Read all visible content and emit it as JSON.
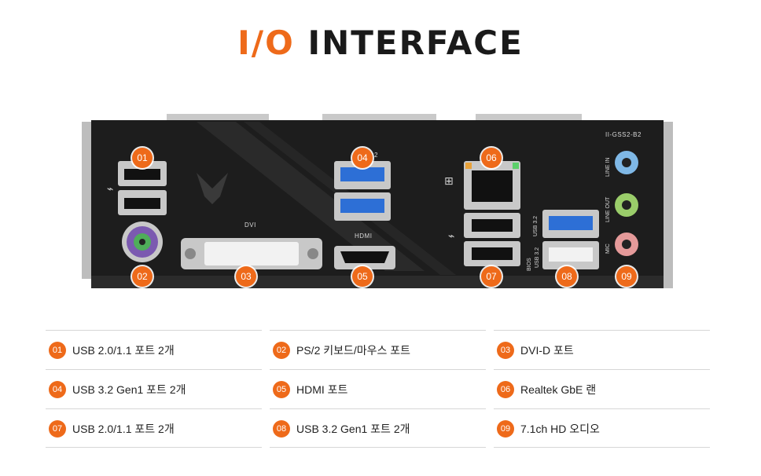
{
  "header": {
    "title_accent": "I/O",
    "title_main": "INTERFACE"
  },
  "panel": {
    "model_code": "II-GSS2-B2",
    "labels": {
      "dvi": "DVI",
      "hdmi": "HDMI",
      "usb_top": "2",
      "usb_side": "USB 3.2",
      "bios": "BIOS",
      "usb_side2": "USB 3.2",
      "line_in": "LINE IN",
      "line_out": "LINE OUT",
      "mic": "MIC"
    },
    "badges": [
      "01",
      "02",
      "03",
      "04",
      "05",
      "06",
      "07",
      "08",
      "09"
    ]
  },
  "legend": {
    "columns": [
      [
        {
          "num": "01",
          "text": "USB 2.0/1.1 포트 2개"
        },
        {
          "num": "04",
          "text": "USB 3.2 Gen1 포트 2개"
        },
        {
          "num": "07",
          "text": "USB 2.0/1.1 포트 2개"
        }
      ],
      [
        {
          "num": "02",
          "text": "PS/2 키보드/마우스 포트"
        },
        {
          "num": "05",
          "text": "HDMI 포트"
        },
        {
          "num": "08",
          "text": "USB 3.2 Gen1 포트 2개"
        }
      ],
      [
        {
          "num": "03",
          "text": "DVI-D 포트"
        },
        {
          "num": "06",
          "text": "Realtek GbE 랜"
        },
        {
          "num": "09",
          "text": "7.1ch HD 오디오"
        }
      ]
    ]
  },
  "colors": {
    "accent": "#ee6a1a",
    "usb3": "#2d6fd6",
    "line_in": "#7fb8e6",
    "line_out": "#9acd6a",
    "mic": "#e59a9a",
    "ps2": "#7b5ab0"
  }
}
